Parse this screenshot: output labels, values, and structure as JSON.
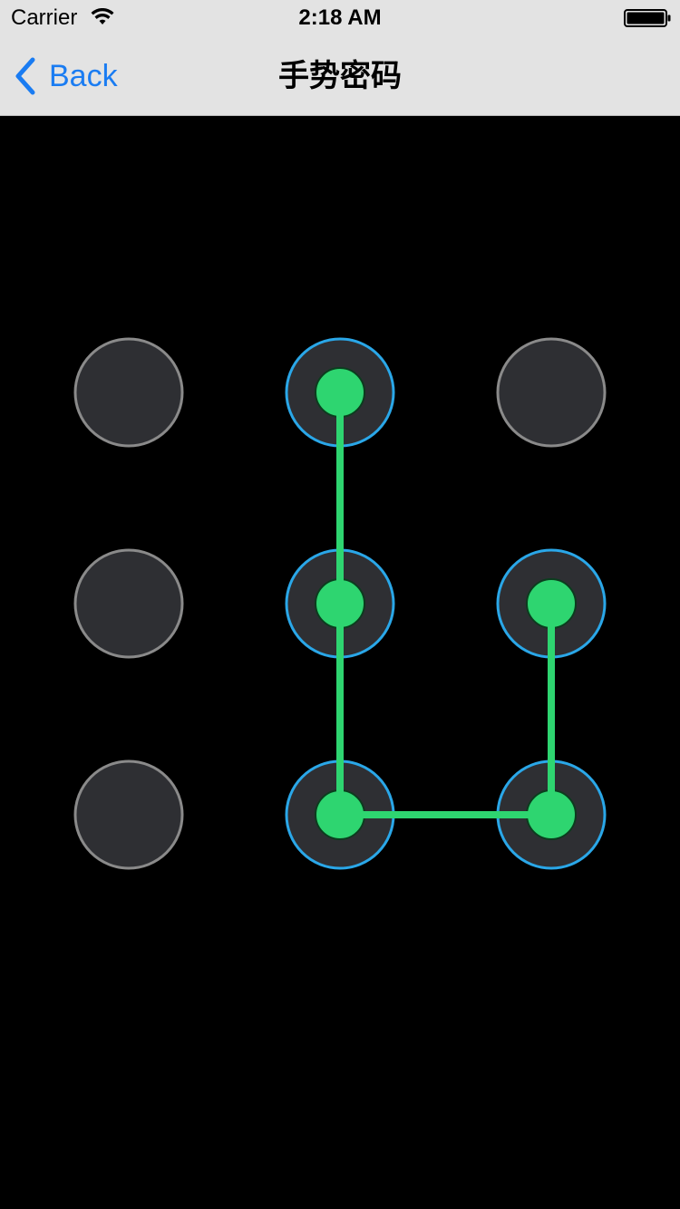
{
  "status_bar": {
    "carrier": "Carrier",
    "time": "2:18 AM",
    "wifi_icon": "wifi-icon",
    "battery_icon": "battery-icon"
  },
  "nav": {
    "back_label": "Back",
    "back_icon": "chevron-left-icon",
    "title": "手势密码"
  },
  "pattern": {
    "grid_rows": 3,
    "grid_cols": 3,
    "selected_order": [
      1,
      4,
      7,
      8,
      5
    ],
    "colors": {
      "background": "#000000",
      "node_fill": "#2e2f33",
      "node_border_inactive": "#8a8a8a",
      "node_border_active": "#2aa7e8",
      "dot_fill": "#2ed570",
      "dot_border": "#0b3d1e",
      "line": "#2ed570"
    }
  }
}
